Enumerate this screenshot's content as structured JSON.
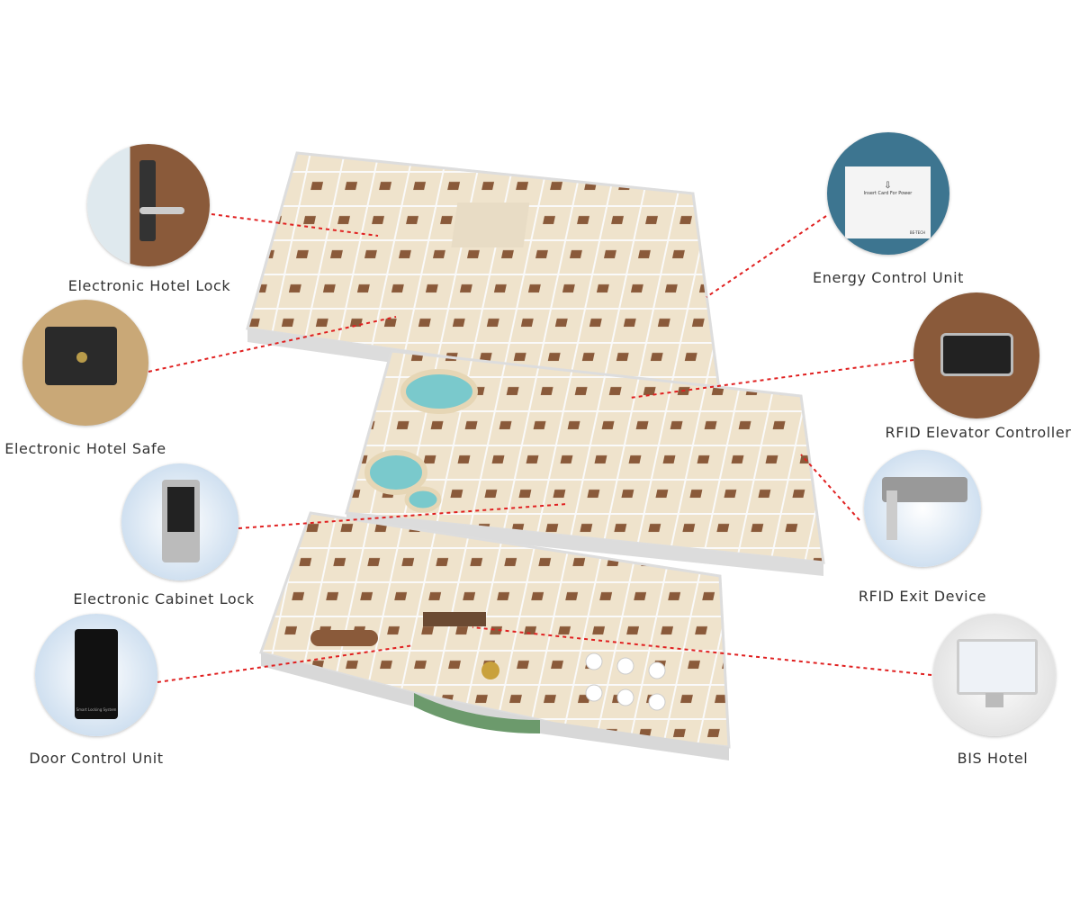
{
  "devices": [
    {
      "label": "Electronic Hotel Lock",
      "icon": "door-lock-icon"
    },
    {
      "label": "Electronic Hotel Safe",
      "icon": "safe-icon"
    },
    {
      "label": "Electronic Cabinet Lock",
      "icon": "keypad-lock-icon"
    },
    {
      "label": "Door Control Unit",
      "icon": "card-reader-icon",
      "device_text": "Smart Locking System"
    },
    {
      "label": "Energy Control Unit",
      "icon": "energy-switch-icon",
      "device_text": "Insert Card For Power",
      "brand": "BE-TECH"
    },
    {
      "label": "RFID Elevator Controller",
      "icon": "elevator-reader-icon"
    },
    {
      "label": "RFID Exit Device",
      "icon": "exit-device-icon"
    },
    {
      "label": "BIS Hotel",
      "icon": "computer-monitor-icon"
    }
  ],
  "colors": {
    "connector": "#e02020",
    "floor": "#efe3cc",
    "wall": "#f4f4f4"
  }
}
